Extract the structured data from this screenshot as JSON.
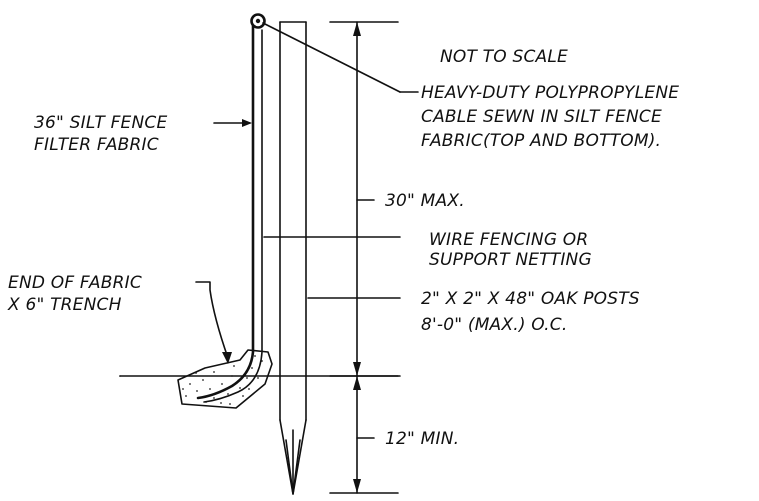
{
  "labels": {
    "scale_note": "NOT TO SCALE",
    "cable_line1": "HEAVY-DUTY POLYPROPYLENE",
    "cable_line2": "CABLE SEWN IN SILT FENCE",
    "cable_line3": "FABRIC(TOP AND BOTTOM).",
    "fabric_line1": "36\" SILT FENCE",
    "fabric_line2": "FILTER FABRIC",
    "height_dim": "30\" MAX.",
    "wire_line1": "WIRE FENCING OR",
    "wire_line2": "SUPPORT NETTING",
    "trench_line1": "END OF FABRIC",
    "trench_line2": "X 6\" TRENCH",
    "posts_line1": "2\" X 2\" X 48\" OAK POSTS",
    "posts_line2": "8'-0\" (MAX.) O.C.",
    "embed_dim": "12\" MIN."
  },
  "colors": {
    "ink": "#111111",
    "background": "#ffffff"
  }
}
